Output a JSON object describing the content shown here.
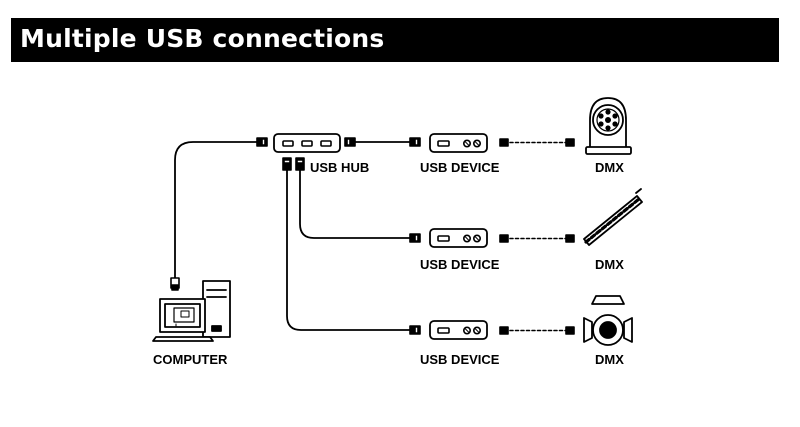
{
  "title": "Multiple USB connections",
  "labels": {
    "usb_hub": "USB HUB",
    "usb_device_1": "USB DEVICE",
    "usb_device_2": "USB DEVICE",
    "usb_device_3": "USB DEVICE",
    "dmx_1": "DMX",
    "dmx_2": "DMX",
    "dmx_3": "DMX",
    "computer": "COMPUTER"
  },
  "icons": {
    "computer": "computer-icon",
    "usb_hub": "usb-hub-icon",
    "usb_device": "usb-dmx-interface-icon",
    "dmx_fixture_1": "moving-head-light-icon",
    "dmx_fixture_2": "led-bar-light-icon",
    "dmx_fixture_3": "profile-spotlight-icon"
  },
  "colors": {
    "background": "#ffffff",
    "title_bar": "#000000",
    "title_text": "#ffffff",
    "lines": "#000000"
  }
}
